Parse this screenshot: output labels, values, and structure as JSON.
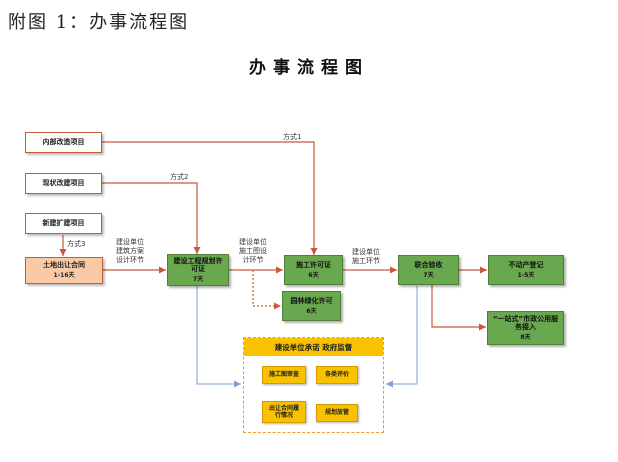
{
  "caption": "附图 1：办事流程图",
  "title": "办事流程图",
  "boxes": {
    "neibu": {
      "label": "内部改造项目"
    },
    "xianzhuang": {
      "label": "现状改建项目"
    },
    "xinjian": {
      "label": "新建扩建项目"
    },
    "tudi": {
      "label": "土地出让合同",
      "days": "1-16天"
    },
    "guihua": {
      "label": "建设工程规划许可证",
      "days": "7天"
    },
    "shigong": {
      "label": "施工许可证",
      "days": "6天"
    },
    "yuanlin": {
      "label": "园林绿化许可",
      "days": "6天"
    },
    "lianhe": {
      "label": "联合验收",
      "days": "7天"
    },
    "budongchan": {
      "label": "不动产登记",
      "days": "1-5天"
    },
    "yizhan": {
      "label": "“一站式”市政公用服务接入",
      "days": "8天"
    }
  },
  "panel": {
    "header": "建设单位承诺  政府监督",
    "items": [
      "施工图审查",
      "各类评价",
      "出让合同履行情况",
      "规划放管"
    ]
  },
  "edge_labels": {
    "fangshi1": "方式1",
    "fangshi2": "方式2",
    "fangshi3": "方式3",
    "sheji": "建设单位\n建筑方案\n设计环节",
    "shigongtu": "建设单位\n施工图设\n计环节",
    "shigonghuanjie": "建设单位\n施工环节"
  }
}
